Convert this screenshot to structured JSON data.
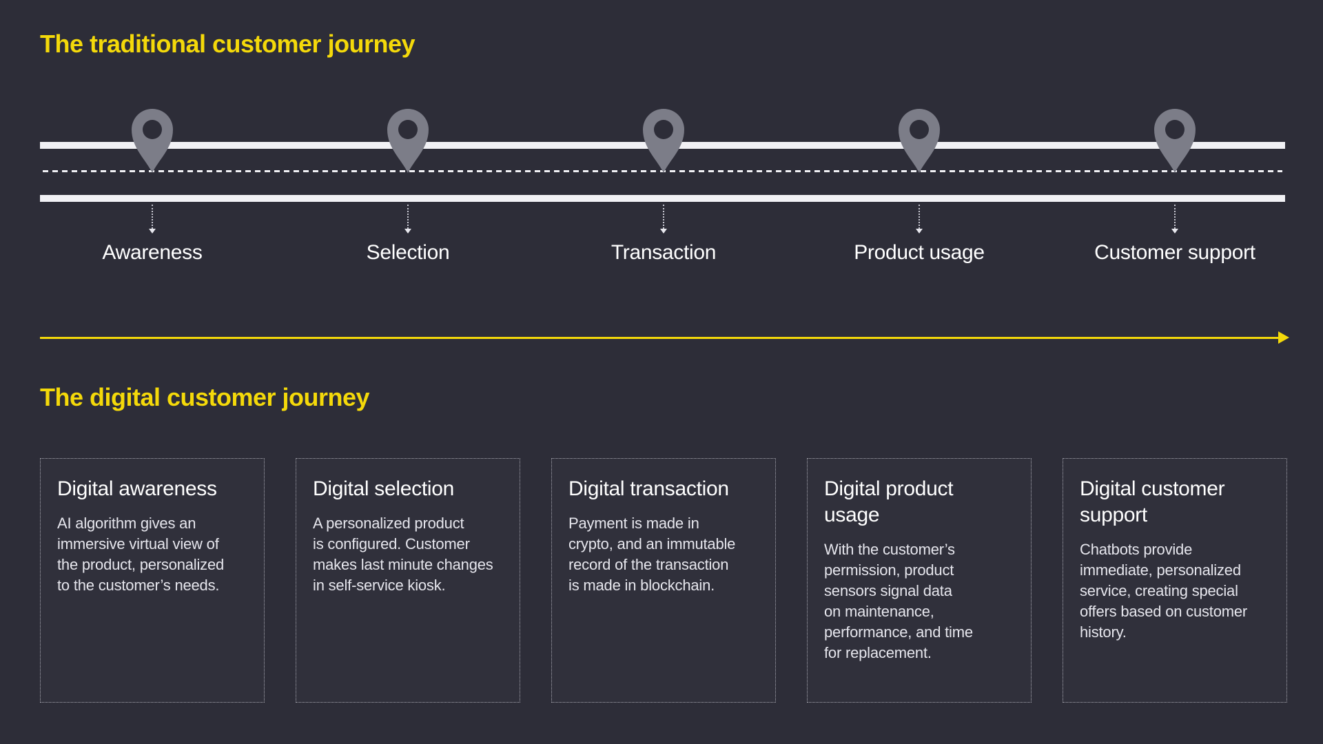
{
  "colors": {
    "background": "#2D2D38",
    "accent_yellow": "#F4D90A",
    "road_white": "#F1F1F5",
    "pin_gray": "#7C7D88",
    "heading_white": "#FFFFFF",
    "body_text": "#E6E6ED",
    "card_border_gray": "#A9A9B3"
  },
  "icons": {
    "stage_marker": "map-pin",
    "stage_connector": "arrow-down",
    "flow_divider": "arrow-right"
  },
  "traditional_journey": {
    "title": "The traditional customer journey",
    "stages": [
      {
        "label": "Awareness"
      },
      {
        "label": "Selection"
      },
      {
        "label": "Transaction"
      },
      {
        "label": "Product usage"
      },
      {
        "label": "Customer support"
      }
    ]
  },
  "digital_journey": {
    "title": "The digital customer journey",
    "cards": [
      {
        "heading": "Digital awareness",
        "body": "AI algorithm gives an\nimmersive virtual view of\nthe product, personalized\nto the customer’s needs."
      },
      {
        "heading": "Digital selection",
        "body": "A personalized product\nis configured. Customer\nmakes last minute changes\nin self-service kiosk."
      },
      {
        "heading": "Digital transaction",
        "body": "Payment is made in\ncrypto, and an immutable\nrecord of the transaction\nis made in blockchain."
      },
      {
        "heading": "Digital product\nusage",
        "body": "With the customer’s\npermission, product\nsensors signal data\non maintenance,\nperformance, and time\nfor replacement."
      },
      {
        "heading": "Digital customer\nsupport",
        "body": "Chatbots provide\nimmediate, personalized\nservice, creating special\noffers based on customer\nhistory."
      }
    ]
  }
}
